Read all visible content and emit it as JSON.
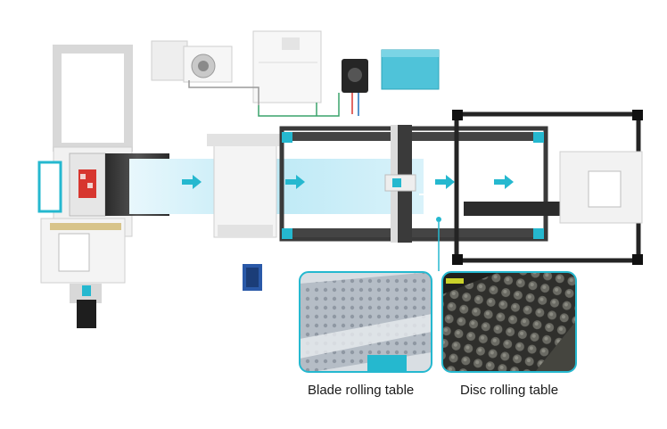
{
  "captions": {
    "blade": "Blade rolling table",
    "disc": "Disc rolling table"
  },
  "colors": {
    "accent": "#25b8cf",
    "flow": "#bfeaf6",
    "frame_dark": "#2b2b2b",
    "blade_bg": "#aab3bd",
    "disc_bg": "#3a3a36"
  },
  "icons": {
    "flow_arrows": "arrow-right-icon",
    "connector": "callout-line"
  }
}
